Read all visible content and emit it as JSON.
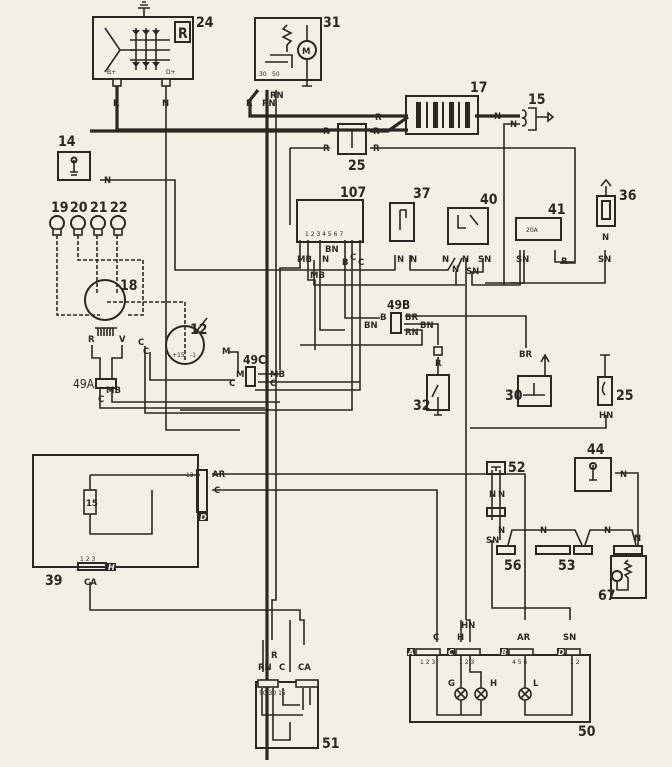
{
  "diagram": {
    "type": "automotive-wiring-schematic",
    "components": [
      {
        "id": "24",
        "label": "24",
        "desc": "alternator",
        "inner": "R",
        "terminals": [
          "B+",
          "D+"
        ]
      },
      {
        "id": "31",
        "label": "31",
        "desc": "starter motor",
        "inner": "M",
        "terminals": [
          "30",
          "50"
        ]
      },
      {
        "id": "17",
        "label": "17",
        "desc": "battery"
      },
      {
        "id": "15",
        "label": "15",
        "desc": "ground point"
      },
      {
        "id": "14",
        "label": "14",
        "desc": "ground connection"
      },
      {
        "id": "25a",
        "label": "25",
        "desc": "junction block"
      },
      {
        "id": "107",
        "label": "107",
        "desc": "connector block",
        "pins": [
          "1",
          "2",
          "3",
          "4",
          "5",
          "6",
          "7"
        ]
      },
      {
        "id": "37",
        "label": "37",
        "desc": "switch"
      },
      {
        "id": "40",
        "label": "40",
        "desc": "relay"
      },
      {
        "id": "41",
        "label": "41",
        "desc": "fuse",
        "inner": "20A"
      },
      {
        "id": "36",
        "label": "36",
        "desc": "resistor"
      },
      {
        "id": "19",
        "label": "19",
        "desc": "spark plug"
      },
      {
        "id": "20",
        "label": "20",
        "desc": "spark plug"
      },
      {
        "id": "21",
        "label": "21",
        "desc": "spark plug"
      },
      {
        "id": "22",
        "label": "22",
        "desc": "spark plug"
      },
      {
        "id": "18",
        "label": "18",
        "desc": "distributor",
        "terminals": [
          "R",
          "V"
        ]
      },
      {
        "id": "12",
        "label": "12",
        "desc": "ignition coil",
        "terminals": [
          "+15",
          "-1"
        ]
      },
      {
        "id": "49A",
        "label": "49A",
        "desc": "connector"
      },
      {
        "id": "49C",
        "label": "49C",
        "desc": "connector"
      },
      {
        "id": "49B",
        "label": "49B",
        "desc": "connector"
      },
      {
        "id": "32",
        "label": "32",
        "desc": "switch"
      },
      {
        "id": "30",
        "label": "30",
        "desc": "sender"
      },
      {
        "id": "25b",
        "label": "25",
        "desc": "fuse"
      },
      {
        "id": "39",
        "label": "39",
        "desc": "control unit",
        "inner": "15",
        "pins_d": [
          "12",
          "3",
          "2",
          "1"
        ],
        "pins_h": [
          "1",
          "2",
          "3"
        ],
        "connector_d": "D",
        "connector_h": "H"
      },
      {
        "id": "52",
        "label": "52",
        "desc": "switch"
      },
      {
        "id": "44",
        "label": "44",
        "desc": "ground connection"
      },
      {
        "id": "56",
        "label": "56",
        "desc": "connector"
      },
      {
        "id": "53",
        "label": "53",
        "desc": "connector"
      },
      {
        "id": "67",
        "label": "67",
        "desc": "lamp unit"
      },
      {
        "id": "51",
        "label": "51",
        "desc": "ignition switch",
        "pins": [
          "50",
          "30",
          "15"
        ]
      },
      {
        "id": "50",
        "label": "50",
        "desc": "instrument panel",
        "connectors": [
          "A",
          "C",
          "B",
          "D"
        ],
        "pins_a": [
          "1",
          "2",
          "3"
        ],
        "pins_c": [
          "1",
          "2",
          "3"
        ],
        "pins_b": [
          "4",
          "5",
          "6"
        ],
        "pins_d": [
          "1",
          "2"
        ],
        "lamps": [
          "G",
          "H",
          "L"
        ]
      }
    ],
    "wire_labels": {
      "alt_b": "R",
      "alt_d": "N",
      "st_30": "R",
      "st_rn1": "RN",
      "st_rn2": "RN",
      "r1": "R",
      "r2": "R",
      "r3": "R",
      "r4": "R",
      "r5": "R",
      "bat_n": "N",
      "g15_n": "N",
      "g14_n": "N",
      "c107_mb": "MB",
      "c107_mb2": "MB",
      "c107_bn": "BN",
      "c107_n": "N",
      "c107_b": "B",
      "c107_c1": "C",
      "c107_c2": "C",
      "s37_n1": "N",
      "s37_n2": "N",
      "r40_n1": "N",
      "r40_n2": "N",
      "r40_n3": "N",
      "r40_sn": "SN",
      "r40_sn2": "SN",
      "f41_sn": "SN",
      "f41_r": "R",
      "r36_n": "N",
      "r36_sn": "SN",
      "d18_r": "R",
      "d18_v": "V",
      "c12_c1": "C",
      "c12_c2": "C",
      "c12_m": "M",
      "c49c_m": "M",
      "c49c_mb": "MB",
      "c49c_c": "C",
      "c49c_c2": "C",
      "c49a_mb": "MB",
      "c49a_c": "C",
      "c49a_label": "49A",
      "c49b_b": "B",
      "c49b_br": "BR",
      "c49b_bn": "BN",
      "c49b_bn2": "BN",
      "c49b_rn": "RN",
      "s32_r": "R",
      "s30_br": "BR",
      "f25_hn": "HN",
      "cu39_ar": "AR",
      "cu39_c": "C",
      "cu39_ca": "CA",
      "s52_n1": "N",
      "s52_n2": "N",
      "s52_n3": "N",
      "s52_sn": "SN",
      "c56_n": "N",
      "c53_n": "N",
      "g44_n": "N",
      "l67_n": "N",
      "is51_rn": "RN",
      "is51_c": "C",
      "is51_ca": "CA",
      "is51_r": "R",
      "ip50_c": "C",
      "ip50_h": "H",
      "ip50_hn": "HN",
      "ip50_ar": "AR",
      "ip50_sn": "SN"
    }
  }
}
